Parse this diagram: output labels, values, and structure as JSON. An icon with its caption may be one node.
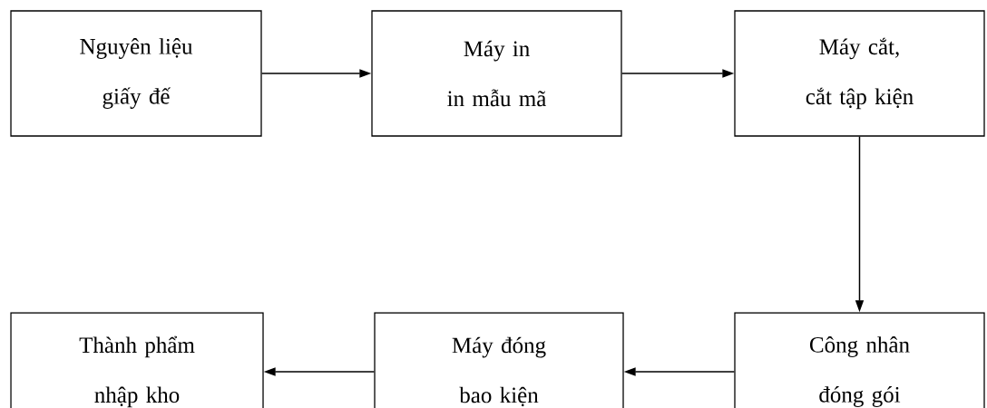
{
  "diagram": {
    "nodes": [
      {
        "text": [
          "Nguyên liệu giấy đế"
        ]
      },
      {
        "text": [
          "Máy in in mẫu mã"
        ]
      },
      {
        "text": [
          "Máy cắt, cắt tập kiện"
        ]
      },
      {
        "text": [
          "Thành phẩm nhập kho"
        ]
      },
      {
        "text": [
          "Máy đóng bao kiện"
        ]
      },
      {
        "text": [
          "Công nhân đóng gói"
        ]
      }
    ],
    "edges": [
      {
        "from": 0,
        "to": 1,
        "arrow": "to"
      },
      {
        "from": 1,
        "to": 2,
        "arrow": "to"
      },
      {
        "from": 2,
        "to": 5,
        "arrow": "to"
      },
      {
        "from": 5,
        "to": 4,
        "arrow": "to"
      },
      {
        "from": 4,
        "to": 3,
        "arrow": "to"
      }
    ]
  }
}
